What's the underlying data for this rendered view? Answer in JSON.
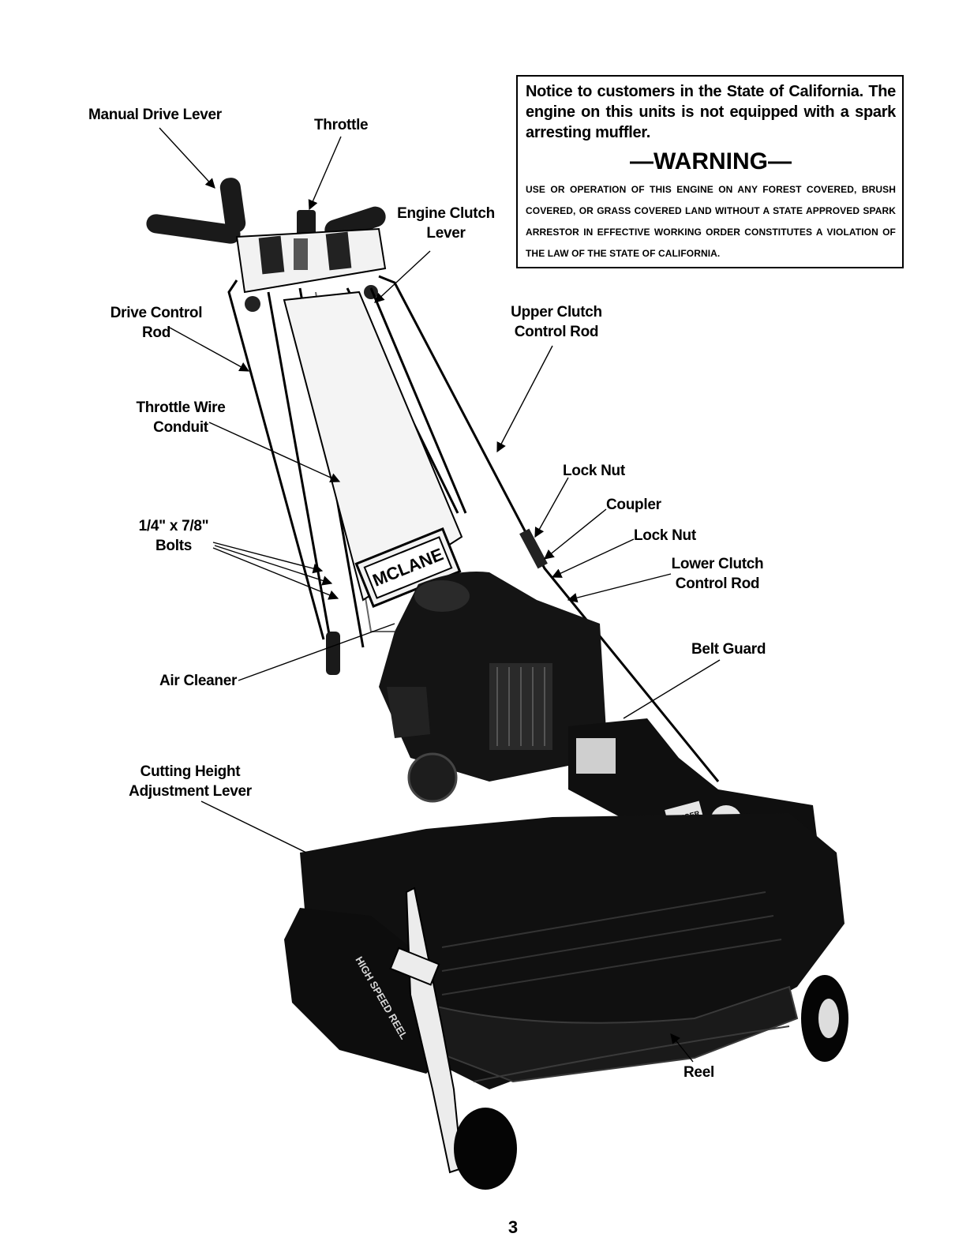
{
  "labels": {
    "manual_drive_lever": "Manual Drive Lever",
    "throttle": "Throttle",
    "engine_clutch_lever": "Engine Clutch\nLever",
    "drive_control_rod": "Drive Control\nRod",
    "upper_clutch_control_rod": "Upper Clutch\nControl Rod",
    "throttle_wire_conduit": "Throttle Wire\nConduit",
    "lock_nut_upper": "Lock Nut",
    "coupler": "Coupler",
    "lock_nut_lower": "Lock Nut",
    "bolts": "1/4\" x 7/8\"\nBolts",
    "lower_clutch_control_rod": "Lower Clutch\nControl Rod",
    "belt_guard": "Belt Guard",
    "air_cleaner": "Air Cleaner",
    "cutting_height_adjustment_lever": "Cutting Height\nAdjustment Lever",
    "reel": "Reel"
  },
  "notice": {
    "text": "Notice to customers in the State of California. The engine on this units is not equipped with a spark arresting muffler.",
    "heading": "—WARNING—",
    "body": "USE OR OPERATION OF THIS ENGINE ON ANY FOREST COVERED, BRUSH COVERED, OR GRASS COVERED LAND WITHOUT A STATE APPROVED SPARK ARRESTOR IN EFFECTIVE WORKING ORDER CONSTITUTES A VIOLATION OF THE LAW OF THE STATE OF CALIFORNIA."
  },
  "mower": {
    "brand_plate": "MCLANE",
    "side_decal": "HIGH SPEED REEL",
    "danger_decal": "DANGER"
  },
  "page_number": "3",
  "colors": {
    "ink": "#000000",
    "paper": "#ffffff",
    "machine_dark": "#141414",
    "handle_light": "#f2f2f2"
  }
}
